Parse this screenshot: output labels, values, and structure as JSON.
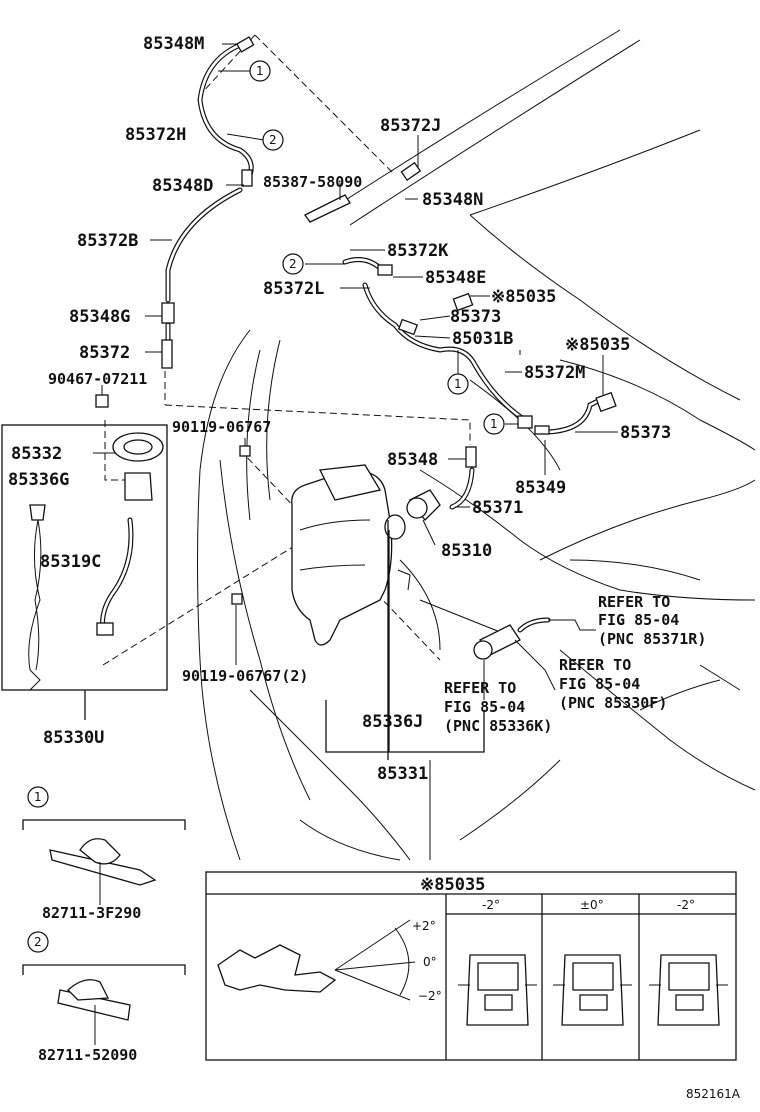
{
  "diagram_id": "852161A",
  "parts": {
    "p85348M": "85348M",
    "p85372H": "85372H",
    "p85348D": "85348D",
    "p85372B": "85372B",
    "p85348G": "85348G",
    "p85372": "85372",
    "p90467": "90467-07211",
    "p85332": "85332",
    "p85336G": "85336G",
    "p85319C": "85319C",
    "p85330U": "85330U",
    "p85372J": "85372J",
    "p85387": "85387-58090",
    "p85348N": "85348N",
    "p85372K": "85372K",
    "p85348E": "85348E",
    "p85372L": "85372L",
    "p85035a": "※85035",
    "p85373a": "85373",
    "p85031B": "85031B",
    "p85035b": "※85035",
    "p85372M": "85372M",
    "p85373b": "85373",
    "p90119a": "90119-06767",
    "p85348": "85348",
    "p85349": "85349",
    "p85371": "85371",
    "p85310": "85310",
    "p90119b": "90119-06767(2)",
    "p85336J": "85336J",
    "p85331": "85331",
    "p82711a": "82711-3F290",
    "p82711b": "82711-52090"
  },
  "refs": {
    "r1": [
      "REFER TO",
      "FIG 85-04",
      "(PNC 85371R)"
    ],
    "r2": [
      "REFER TO",
      "FIG 85-04",
      "(PNC 85330F)"
    ],
    "r3": [
      "REFER TO",
      "FIG 85-04",
      "(PNC 85336K)"
    ]
  },
  "callouts": {
    "one": "1",
    "two": "2"
  },
  "inset": {
    "title": "※85035",
    "angle_plus": "+2°",
    "angle_zero": "0°",
    "angle_minus": "−2°",
    "col1": "-2°",
    "col2": "±0°",
    "col3": "-2°"
  }
}
